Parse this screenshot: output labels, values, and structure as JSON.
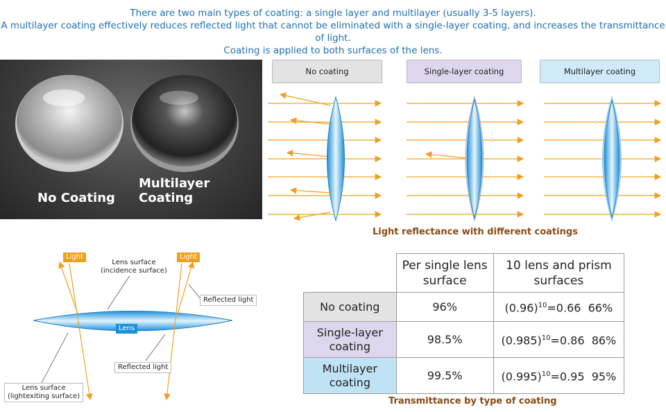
{
  "header": {
    "line1": "There are two main types of coating: a single layer and multilayer (usually 3-5 layers).",
    "line2": "A multilayer coating effectively reduces reflected light that cannot be eliminated with a single-layer coating, and increases the transmittance of light.",
    "line3": "Coating is applied to both surfaces of the lens."
  },
  "photo": {
    "left_label": "No Coating",
    "right_label": "Multilayer Coating"
  },
  "coatings": {
    "no": "No coating",
    "single": "Single-layer coating",
    "multi": "Multilayer coating",
    "caption": "Light reflectance with different coatings"
  },
  "colors": {
    "header_text": "#1f6fb0",
    "caption_text": "#8a4a12",
    "ray": "#f0a020",
    "lens_blue": "#2a9ee0",
    "single_fill": "#ddd6ec",
    "multi_fill": "#bfe3f5",
    "no_fill": "#e3e3e3"
  },
  "cross_section": {
    "light_left": "Light",
    "light_right": "Light",
    "incidence": "Lens surface\n(incidence surface)",
    "reflected_top": "Reflected light",
    "lens": "Lens",
    "reflected_bottom": "Reflected light",
    "exit": "Lens surface\n(lightexiting surface)"
  },
  "table": {
    "col1": "Per single lens surface",
    "col2": "10 lens and prism surfaces",
    "rows": [
      {
        "name": "No coating",
        "per": "96%",
        "base": "(0.96)",
        "exp": "10",
        "rest": "=0.66  66%"
      },
      {
        "name": "Single-layer coating",
        "per": "98.5%",
        "base": "(0.985)",
        "exp": "10",
        "rest": "=0.86  86%"
      },
      {
        "name": "Multilayer coating",
        "per": "99.5%",
        "base": "(0.995)",
        "exp": "10",
        "rest": "=0.95  95%"
      }
    ],
    "caption": "Transmittance by type of coating"
  }
}
